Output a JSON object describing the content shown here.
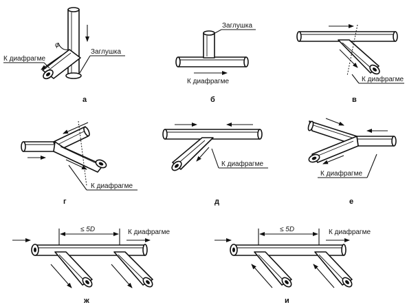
{
  "labels": {
    "to_diaphragm": "К диафрагме",
    "plug": "Заглушка",
    "angle": "φ",
    "spacing": "≤ 5D"
  },
  "captions": {
    "a": "а",
    "b": "б",
    "v": "в",
    "g": "г",
    "d": "д",
    "e": "е",
    "zh": "ж",
    "i": "и"
  },
  "icons": [
    "flow-arrow-icon",
    "pipe-opening-icon"
  ],
  "colors": {
    "ink": "#111111",
    "background": "#ffffff"
  }
}
